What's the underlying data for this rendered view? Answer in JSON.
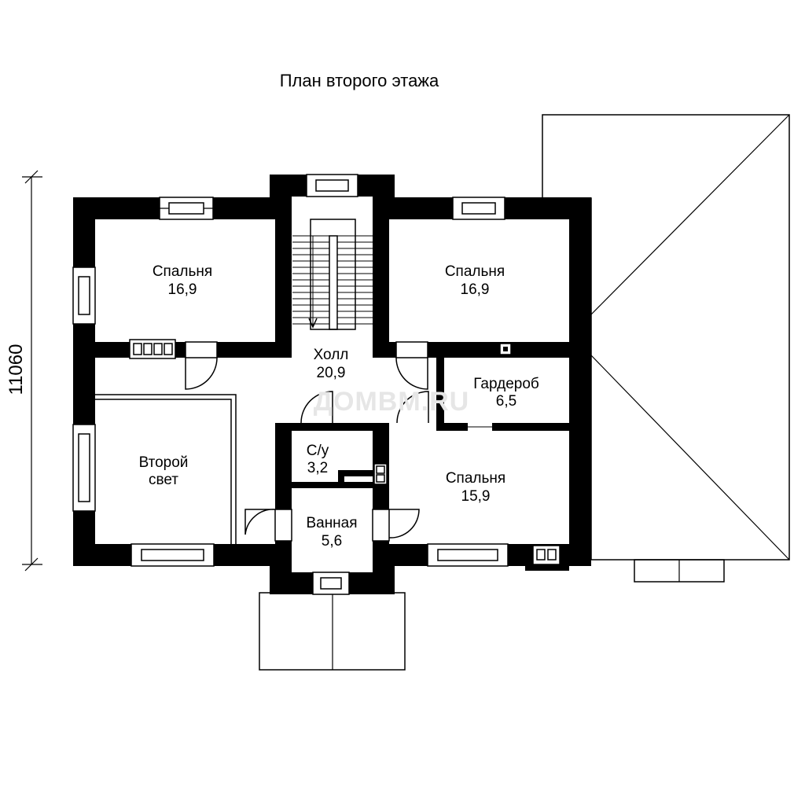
{
  "title": "План второго этажа",
  "dimension": "11060",
  "watermark": "ДОМВМ.RU",
  "rooms": {
    "bedroom_nw": {
      "name": "Спальня",
      "area": "16,9"
    },
    "bedroom_ne": {
      "name": "Спальня",
      "area": "16,9"
    },
    "hall": {
      "name": "Холл",
      "area": "20,9"
    },
    "wardrobe": {
      "name": "Гардероб",
      "area": "6,5"
    },
    "second_light": {
      "name_line1": "Второй",
      "name_line2": "свет"
    },
    "wc": {
      "name": "С/у",
      "area": "3,2"
    },
    "bathroom": {
      "name": "Ванная",
      "area": "5,6"
    },
    "bedroom_se": {
      "name": "Спальня",
      "area": "15,9"
    }
  }
}
